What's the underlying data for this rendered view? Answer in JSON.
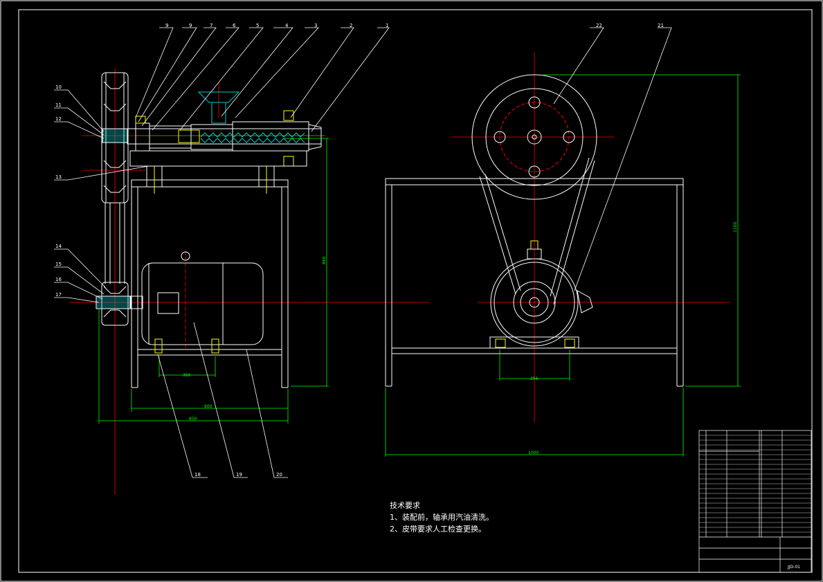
{
  "drawing_number": "JJD-01",
  "part_labels_top": [
    "9",
    "9",
    "7",
    "6",
    "5",
    "4",
    "3",
    "2",
    "1"
  ],
  "part_labels_left": [
    "10",
    "11",
    "12",
    "13",
    "14",
    "15",
    "16",
    "17"
  ],
  "part_labels_bottom": [
    "18",
    "19",
    "20"
  ],
  "part_labels_right": [
    "22",
    "21"
  ],
  "dimensions": {
    "anchor_spacing_left": "350",
    "frame_width_left": "600",
    "overall_width_left": "650",
    "frame_height": "860",
    "overall_height_right": "1100",
    "anchor_spacing_right": "256",
    "overall_width_right": "1000"
  },
  "technical_requirements": {
    "title": "技术要求",
    "items": [
      "1、装配前，轴承用汽油清洗。",
      "2、皮带要求人工检查更换。"
    ]
  },
  "colors": {
    "background": "#000000",
    "outline": "#ffffff",
    "dimension": "#00ff00",
    "centerline": "#ff0000",
    "part_fill": "#00cccc",
    "hopper": "#00cccc",
    "highlight": "#ffff00"
  }
}
